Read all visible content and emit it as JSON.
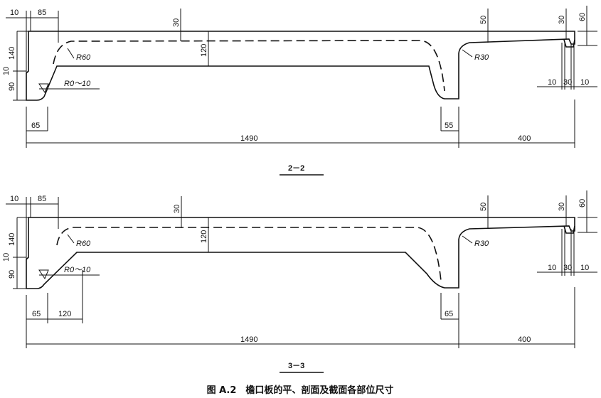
{
  "sections": [
    {
      "title": "2－2",
      "dims": {
        "left_lip": "10",
        "left_offset": "85",
        "top_slab": "30",
        "slab_depth": "120",
        "left_height_top": "140",
        "left_step": "10",
        "left_height_bottom": "90",
        "radius_left": "R60",
        "radius_corner": "R0～10",
        "left_bottom_width": "65",
        "total_span": "1490",
        "right_bottom_width": "55",
        "cantilever": "400",
        "right_slab": "50",
        "radius_right": "R30",
        "groove_depth": "30",
        "edge_height": "60",
        "groove_left": "10",
        "groove_width": "30",
        "groove_right": "10"
      }
    },
    {
      "title": "3－3",
      "dims": {
        "left_lip": "10",
        "left_offset": "85",
        "top_slab": "30",
        "slab_depth": "120",
        "left_height_top": "140",
        "left_step": "10",
        "left_height_bottom": "90",
        "radius_left": "R60",
        "radius_corner": "R0～10",
        "left_bottom_width": "65",
        "haunch_width": "120",
        "total_span": "1490",
        "right_bottom_width": "65",
        "cantilever": "400",
        "right_slab": "50",
        "radius_right": "R30",
        "groove_depth": "30",
        "edge_height": "60",
        "groove_left": "10",
        "groove_width": "30",
        "groove_right": "10"
      }
    }
  ],
  "caption": "图 A.2　檐口板的平、剖面及截面各部位尺寸"
}
